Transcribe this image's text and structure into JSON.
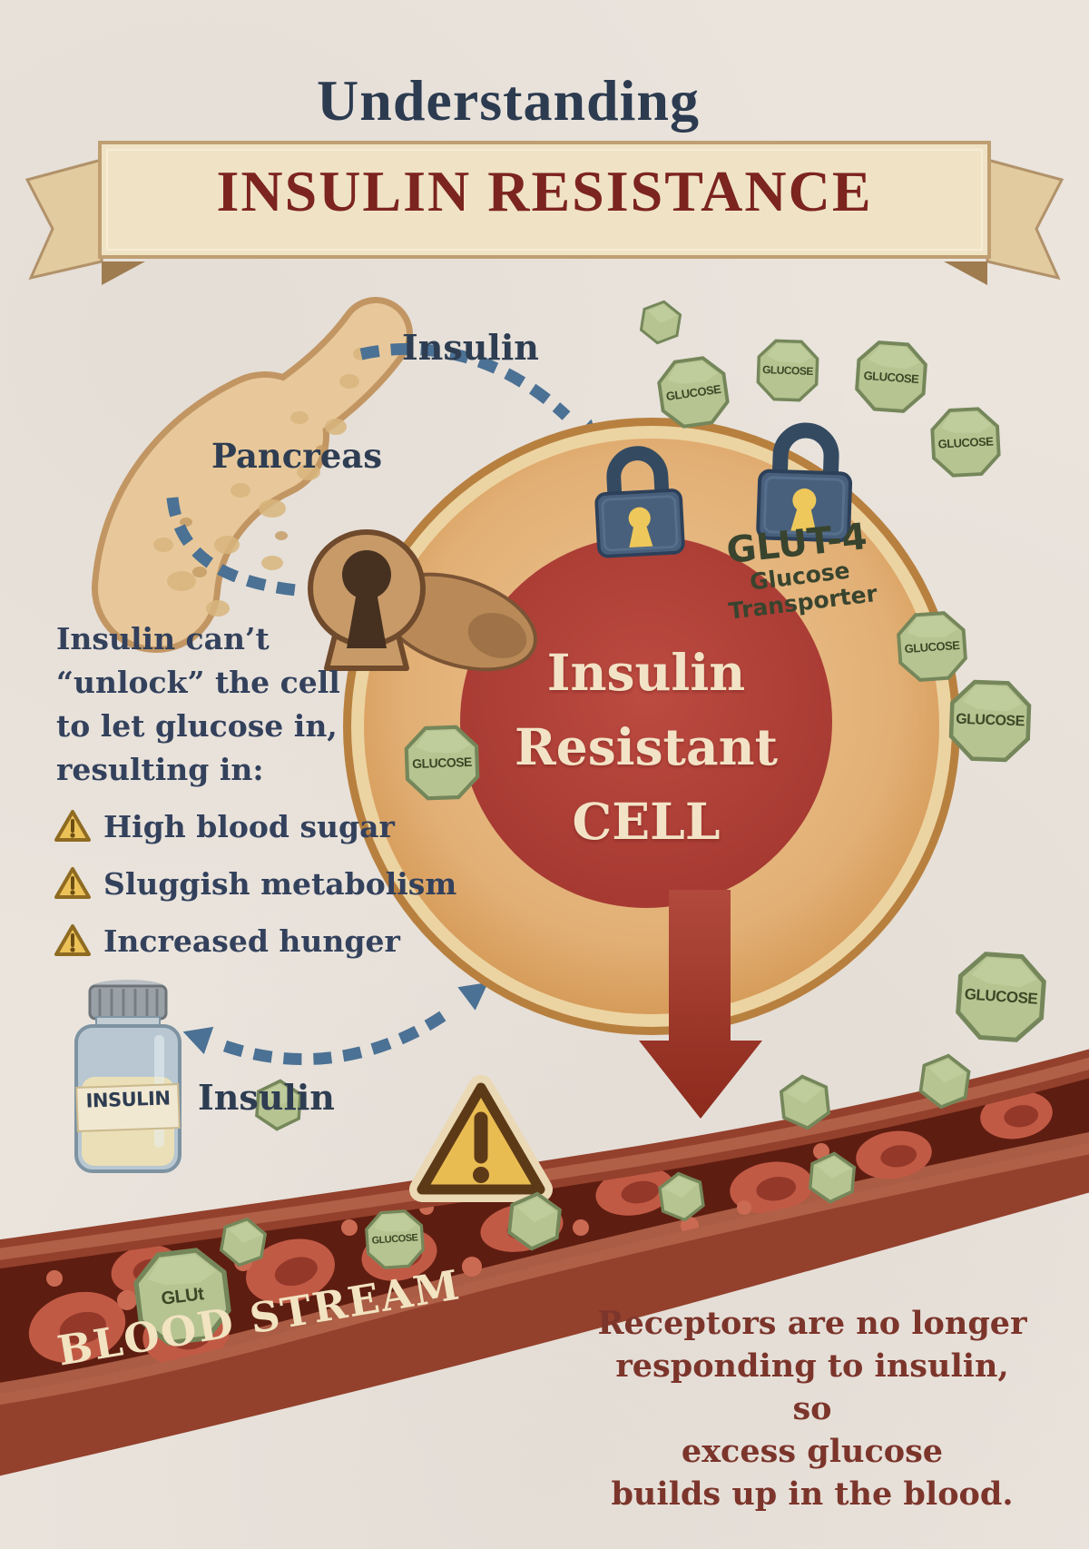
{
  "header": {
    "kicker": "Understanding",
    "banner": "INSULIN RESISTANCE"
  },
  "cell": {
    "line1": "Insulin",
    "line2": "Resistant",
    "line3": "CELL",
    "glut4": "GLUT-4",
    "glut4_sub": "Glucose Transporter"
  },
  "labels": {
    "pancreas": "Pancreas",
    "insulin_arrow": "Insulin",
    "insulin_bottle_arrow": "Insulin",
    "bottle": "INSULIN",
    "blood_stream": "BLOOD STREAM",
    "glucose": "GLUCOSE",
    "glucose_glut": "GLUt"
  },
  "left_panel": {
    "intro_lines": [
      "Insulin can’t",
      "“unlock” the cell",
      "to let glucose in,",
      "resulting in:"
    ],
    "warning_items": [
      "High blood sugar",
      "Sluggish metabolism",
      "Increased hunger"
    ]
  },
  "bottom_note": {
    "lines": [
      "Receptors are no longer",
      "responding to insulin, so",
      "excess glucose",
      "builds up in the blood."
    ]
  },
  "colors": {
    "background": "#eae4dd",
    "navy": "#2e3d52",
    "title_maroon": "#7c241e",
    "banner_cream": "#f0e3c5",
    "glucose_green": "#b6c491",
    "glucose_text": "#3a4826",
    "cell_tan": "#e0ad72",
    "cell_red": "#b2423a",
    "vessel_lumen": "#5e1d11",
    "vessel_wall": "#93402c",
    "lock_blue": "#48607c",
    "gold": "#eec85b",
    "arrow_blue": "#4b7194",
    "arrow_red": "#9e3527",
    "note_maroon": "#7c352b"
  }
}
